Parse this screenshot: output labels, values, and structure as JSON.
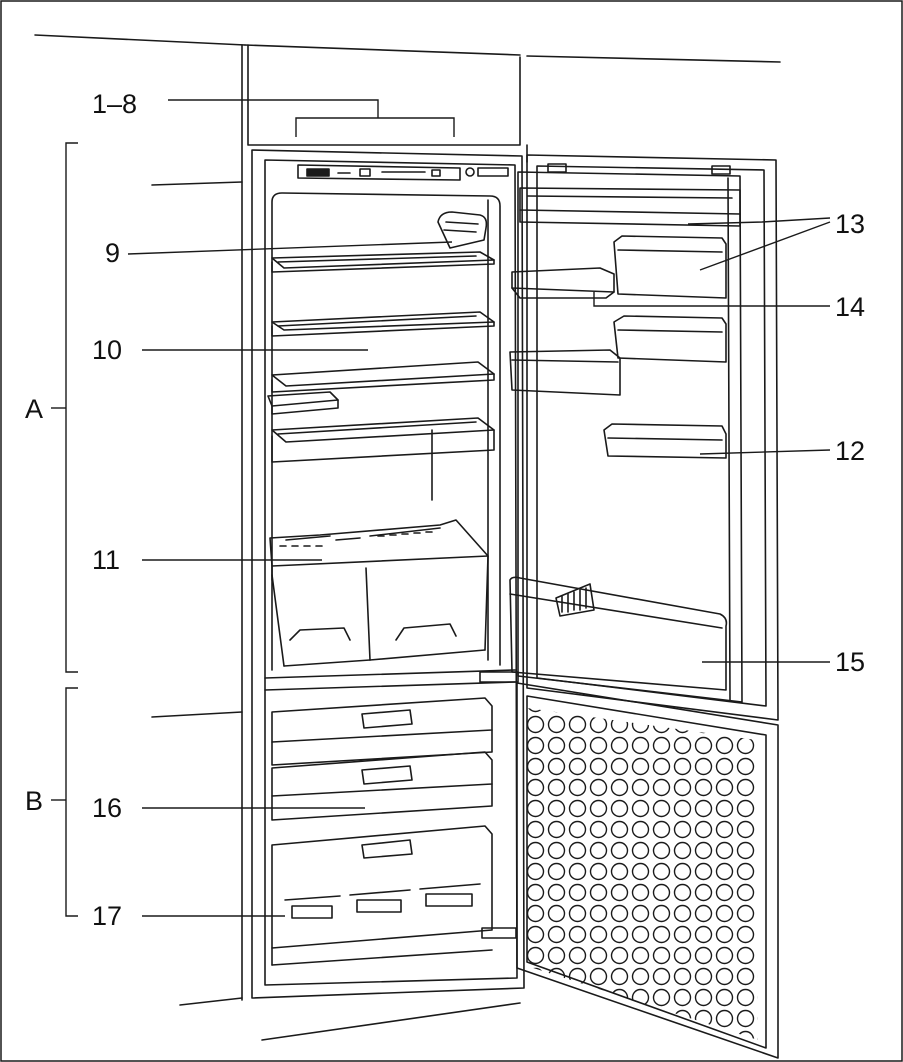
{
  "callouts": {
    "c1_8": "1–8",
    "c9": "9",
    "c10": "10",
    "c11": "11",
    "c12": "12",
    "c13": "13",
    "c14": "14",
    "c15": "15",
    "c16": "16",
    "c17": "17"
  },
  "zones": {
    "a": "A",
    "b": "B"
  },
  "colors": {
    "line": "#1a1a1a",
    "background": "#ffffff"
  }
}
